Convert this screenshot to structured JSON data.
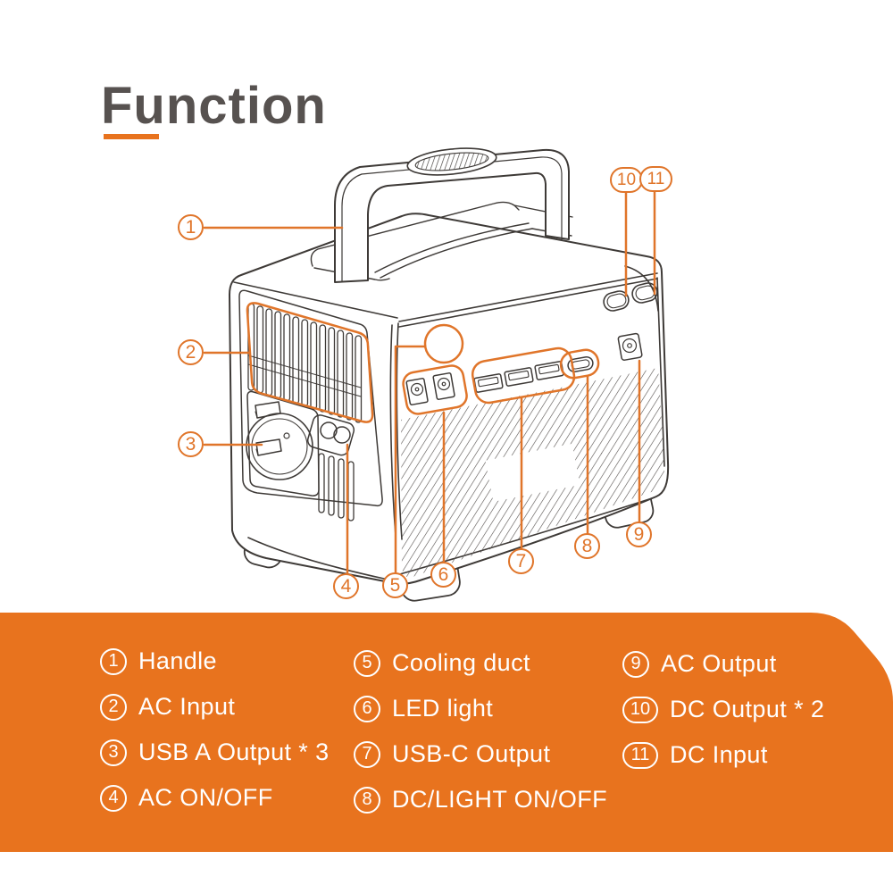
{
  "title": {
    "text": "Function"
  },
  "colors": {
    "accent": "#E0752A",
    "panel_orange": "#E8731E",
    "line_art": "#3E3A37",
    "title_gray": "#575250",
    "text_on_panel": "#FFFFFF"
  },
  "diagram": {
    "callouts": [
      {
        "n": "1"
      },
      {
        "n": "2"
      },
      {
        "n": "3"
      },
      {
        "n": "4"
      },
      {
        "n": "5"
      },
      {
        "n": "6"
      },
      {
        "n": "7"
      },
      {
        "n": "8"
      },
      {
        "n": "9"
      },
      {
        "n": "10"
      },
      {
        "n": "11"
      }
    ]
  },
  "legend": {
    "items": [
      {
        "num": "1",
        "label": "Handle"
      },
      {
        "num": "2",
        "label": "AC Input"
      },
      {
        "num": "3",
        "label": "USB A Output * 3"
      },
      {
        "num": "4",
        "label": "AC ON/OFF"
      },
      {
        "num": "5",
        "label": "Cooling duct"
      },
      {
        "num": "6",
        "label": "LED light"
      },
      {
        "num": "7",
        "label": "USB-C Output"
      },
      {
        "num": "8",
        "label": "DC/LIGHT ON/OFF"
      },
      {
        "num": "9",
        "label": "AC Output"
      },
      {
        "num": "10",
        "label": "DC Output * 2"
      },
      {
        "num": "11",
        "label": "DC Input"
      }
    ]
  }
}
